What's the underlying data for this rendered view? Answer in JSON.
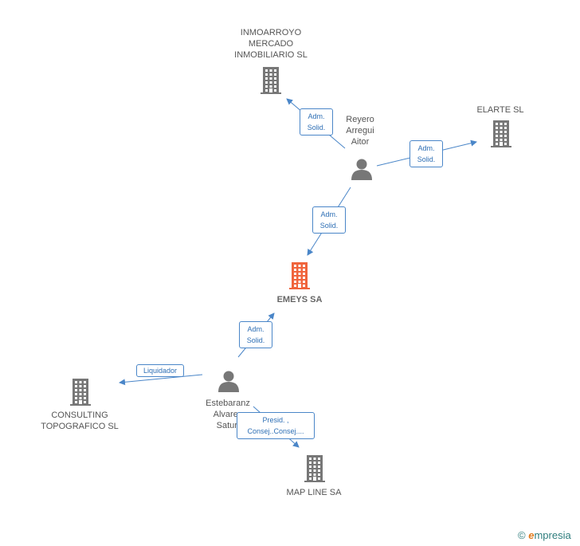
{
  "colors": {
    "company": "#777777",
    "main_company": "#f0643c",
    "person": "#777777",
    "edge": "#4a86c8",
    "edge_text": "#2e6fb5"
  },
  "nodes": {
    "inmoarroyo": {
      "lines": [
        "INMOARROYO",
        "MERCADO",
        "INMOBILIARIO SL"
      ],
      "icon": "building-icon"
    },
    "elarte": {
      "lines": [
        "ELARTE SL"
      ],
      "icon": "building-icon"
    },
    "reyero": {
      "lines": [
        "Reyero",
        "Arregui",
        "Aitor"
      ],
      "icon": "person-icon"
    },
    "emeys": {
      "lines": [
        "EMEYS SA"
      ],
      "icon": "building-icon"
    },
    "estebaranz": {
      "lines": [
        "Estebaranz",
        "Alvarez",
        "Saturi"
      ],
      "icon": "person-icon"
    },
    "consulting": {
      "lines": [
        "CONSULTING",
        "TOPOGRAFICO SL"
      ],
      "icon": "building-icon"
    },
    "mapline": {
      "lines": [
        "MAP LINE SA"
      ],
      "icon": "building-icon"
    }
  },
  "edges": {
    "reyero_inmoarroyo": [
      "Adm.",
      "Solid."
    ],
    "reyero_elarte": [
      "Adm.",
      "Solid."
    ],
    "reyero_emeys": [
      "Adm.",
      "Solid."
    ],
    "estebaranz_emeys": [
      "Adm.",
      "Solid."
    ],
    "estebaranz_consulting": [
      "Liquidador"
    ],
    "estebaranz_mapline": [
      "Presid. ,",
      "Consej..Consej...."
    ]
  },
  "footer": {
    "copyright": "©",
    "brand_initial": "e",
    "brand_rest": "mpresia"
  }
}
